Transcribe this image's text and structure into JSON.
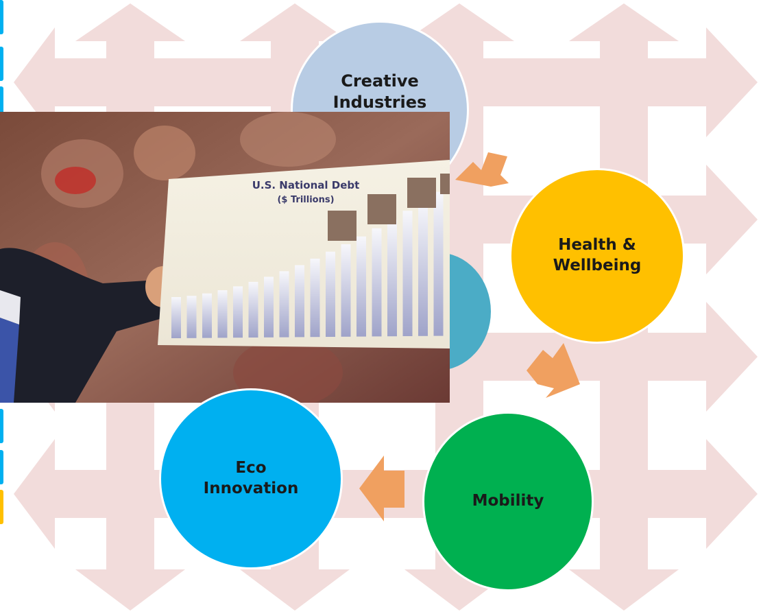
{
  "diagram": {
    "nodes": [
      {
        "id": "creative",
        "label": "Creative\nIndustries",
        "color": "#b8cce4"
      },
      {
        "id": "health",
        "label": "Health &\nWellbeing",
        "color": "#ffc000"
      },
      {
        "id": "mobility",
        "label": "Mobility",
        "color": "#00b050"
      },
      {
        "id": "eco",
        "label": "Eco\nInnovation",
        "color": "#00b0f0"
      },
      {
        "id": "hidden",
        "label": "",
        "color": "#4bacc6"
      }
    ],
    "arrow_color": "#f0a060",
    "background_arrow_color": "#f2dcdb"
  },
  "photo": {
    "board_title": "U.S. National Debt",
    "board_subtitle": "($ Trillions)"
  }
}
